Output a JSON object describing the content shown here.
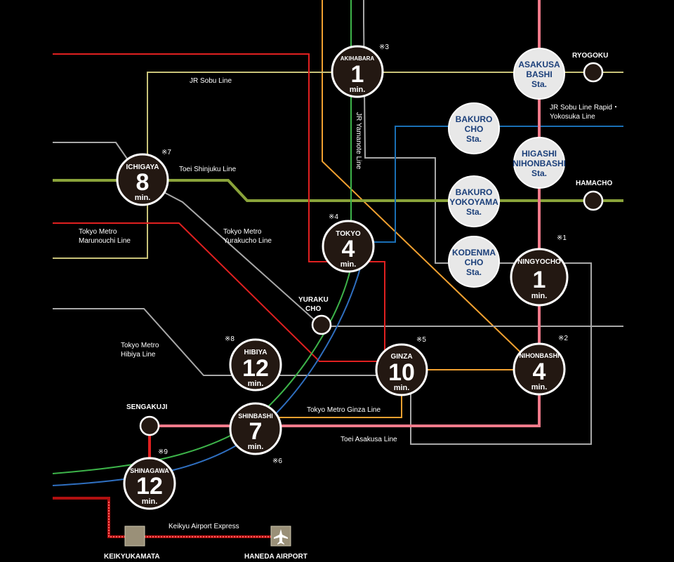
{
  "colors": {
    "background": "#000000",
    "jr_sobu": "#c8c279",
    "asakusa": "#f07a8a",
    "marunouchi": "#e02020",
    "ginza": "#f0a030",
    "hibiya": "#a8a8a8",
    "tozai": "#1a6fb5",
    "shinjuku": "#8aa33a",
    "yamanote": "#3db44a",
    "keihin": "#3050c0",
    "keikyu": "#b01010",
    "yurakucho": "#b0a888",
    "station_fill": "#231812",
    "transfer_fill": "#e8e8e8"
  },
  "lines": {
    "jr_sobu": "JR Sobu Line",
    "shinjuku": "Toei Shinjuku Line",
    "marunouchi_1": "Tokyo Metro",
    "marunouchi_2": "Marunouchi Line",
    "yurakucho_1": "Tokyo Metro",
    "yurakucho_2": "Yurakucho Line",
    "hibiya_1": "Tokyo Metro",
    "hibiya_2": "Hibiya Line",
    "ginza": "Tokyo Metro Ginza Line",
    "asakusa": "Toei Asakusa Line",
    "keikyu": "Keikyu Airport Express",
    "sobu_rapid_1": "JR Sobu Line Rapid・",
    "sobu_rapid_2": "Yokosuka Line",
    "yamanote": "JR Yamanote Line"
  },
  "stations": {
    "akihabara": {
      "name": "AKIHABARA",
      "num": "1",
      "unit": "min.",
      "note": "※3"
    },
    "ichigaya": {
      "name": "ICHIGAYA",
      "num": "8",
      "unit": "min.",
      "note": "※7"
    },
    "tokyo": {
      "name": "TOKYO",
      "num": "4",
      "unit": "min.",
      "note": "※4"
    },
    "ningyocho": {
      "name": "NINGYOCHO",
      "num": "1",
      "unit": "min.",
      "note": "※1"
    },
    "nihonbashi": {
      "name": "NIHONBASHI",
      "num": "4",
      "unit": "min.",
      "note": "※2"
    },
    "ginza": {
      "name": "GINZA",
      "num": "10",
      "unit": "min.",
      "note": "※5"
    },
    "hibiya": {
      "name": "HIBIYA",
      "num": "12",
      "unit": "min.",
      "note": "※8"
    },
    "shinbashi": {
      "name": "SHINBASHI",
      "num": "7",
      "unit": "min.",
      "note": "※6"
    },
    "shinagawa": {
      "name": "SHINAGAWA",
      "num": "12",
      "unit": "min.",
      "note": "※9"
    }
  },
  "transfer": {
    "asakusabashi": [
      "ASAKUSA",
      "BASHI",
      "Sta."
    ],
    "bakurocho": [
      "BAKURO",
      "CHO",
      "Sta."
    ],
    "higashinihonbashi": [
      "HIGASHI",
      "NIHONBASHI",
      "Sta."
    ],
    "bakuroyokoyama": [
      "BAKURO",
      "YOKOYAMA",
      "Sta."
    ],
    "kodenmacho": [
      "KODENMA",
      "CHO",
      "Sta."
    ]
  },
  "plain_stations": {
    "ryogoku": "RYOGOKU",
    "hamacho": "HAMACHO",
    "yurakucho_1": "YURAKU",
    "yurakucho_2": "CHO",
    "sengakuji": "SENGAKUJI",
    "keikyukamata": "KEIKYUKAMATA",
    "haneda": "HANEDA AIRPORT"
  },
  "icons": {
    "airplane": "airplane-icon",
    "keikyukamata": "station-square-icon"
  }
}
